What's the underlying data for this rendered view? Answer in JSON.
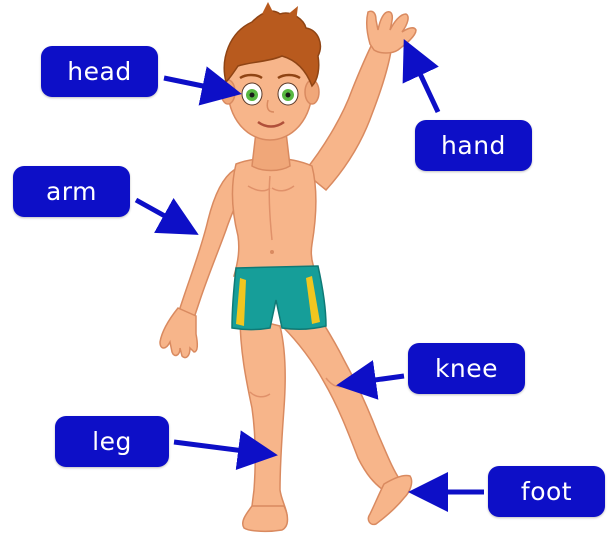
{
  "colors": {
    "label_bg": "#0d0fc7",
    "label_text": "#ffffff",
    "arrow": "#0d0fc7",
    "skin": "#f7b58a",
    "skin_shadow": "#e0916a",
    "hair": "#b85a1e",
    "trunks": "#169e99",
    "trunks_stripe": "#f0c61f",
    "eyes": "#58b842"
  },
  "labels": {
    "head": "head",
    "hand": "hand",
    "arm": "arm",
    "knee": "knee",
    "leg": "leg",
    "foot": "foot"
  },
  "figure": {
    "subject": "boy-in-swim-trunks"
  }
}
